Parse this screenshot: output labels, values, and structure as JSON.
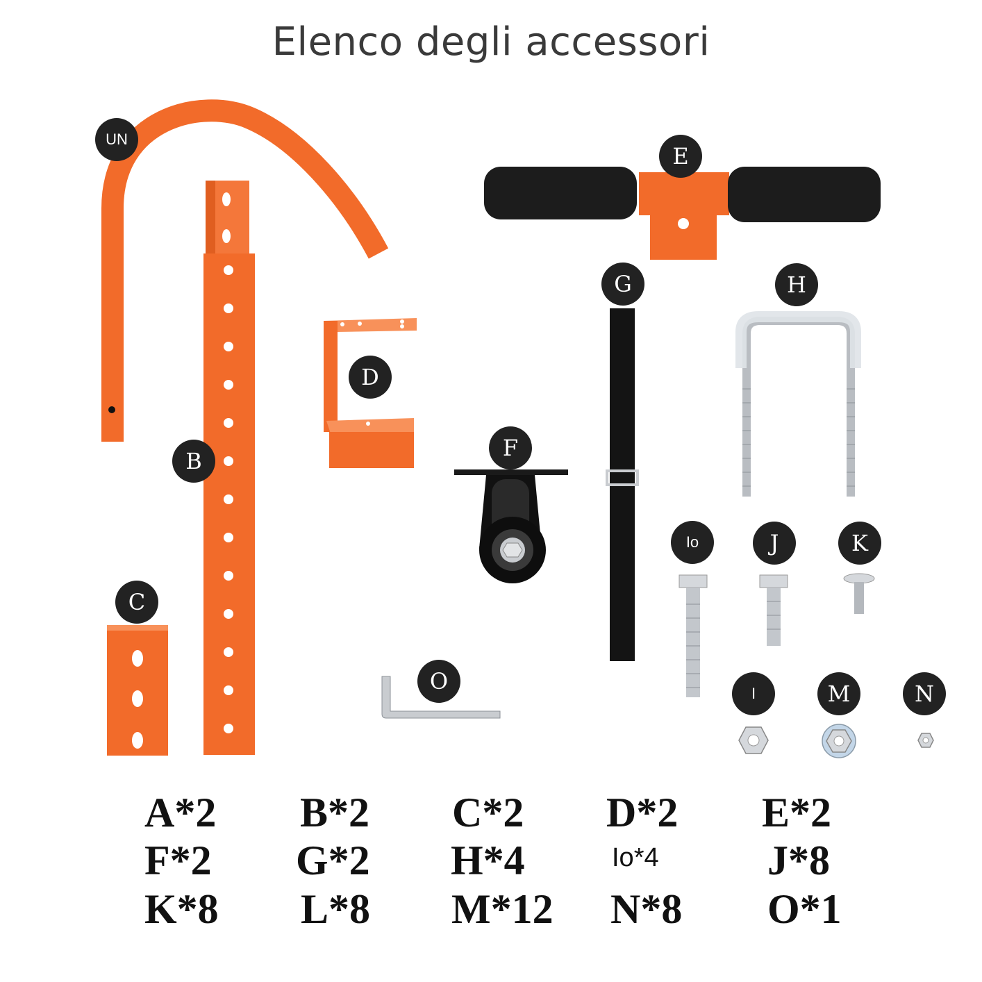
{
  "title": "Elenco degli accessori",
  "labels": {
    "a": "UN",
    "b": "B",
    "c": "C",
    "d": "D",
    "e": "E",
    "f": "F",
    "g": "G",
    "h": "H",
    "i": "Io",
    "j": "J",
    "k": "K",
    "l": "I",
    "m": "M",
    "n": "N",
    "o": "O"
  },
  "quantities": [
    [
      "A*2",
      "B*2",
      "C*2",
      "D*2",
      "E*2"
    ],
    [
      "F*2",
      "G*2",
      "H*4",
      "Io*4",
      "J*8"
    ],
    [
      "K*8",
      "L*8",
      "M*12",
      "N*8",
      "O*1"
    ]
  ],
  "colors": {
    "orange": "#f26b2a",
    "black": "#1c1c1c",
    "steel": "#c9ccd0"
  }
}
